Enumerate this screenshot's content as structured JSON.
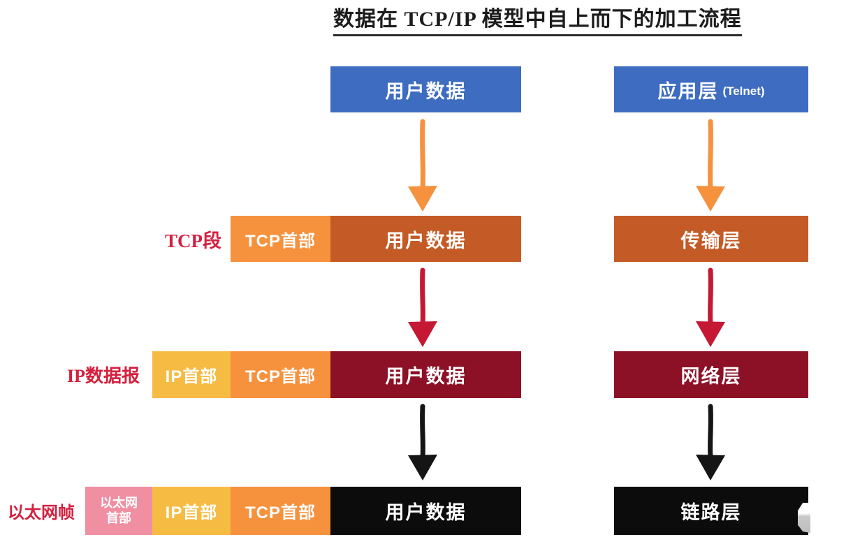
{
  "title": "数据在 TCP/IP 模型中自上而下的加工流程",
  "colors": {
    "blue": "#3D6CC1",
    "orange_light": "#F6913D",
    "orange_dark": "#C45A25",
    "yellow": "#F6BB42",
    "maroon": "#8C1127",
    "pink": "#F08EA2",
    "black": "#0C0C0C",
    "label_red": "#D4203F",
    "arrow_orange": "#F6913D",
    "arrow_red": "#C41834",
    "arrow_black": "#151515"
  },
  "row1": {
    "left_box": "用户数据",
    "right_box": "应用层",
    "right_suffix": "(Telnet)"
  },
  "row2": {
    "label": "TCP段",
    "seg_tcp": "TCP首部",
    "seg_data": "用户数据",
    "right_box": "传输层"
  },
  "row3": {
    "label": "IP数据报",
    "seg_ip": "IP首部",
    "seg_tcp": "TCP首部",
    "seg_data": "用户数据",
    "right_box": "网络层"
  },
  "row4": {
    "label": "以太网帧",
    "seg_eth_line1": "以太网",
    "seg_eth_line2": "首部",
    "seg_ip": "IP首部",
    "seg_tcp": "TCP首部",
    "seg_data": "用户数据",
    "right_box": "链路层"
  }
}
